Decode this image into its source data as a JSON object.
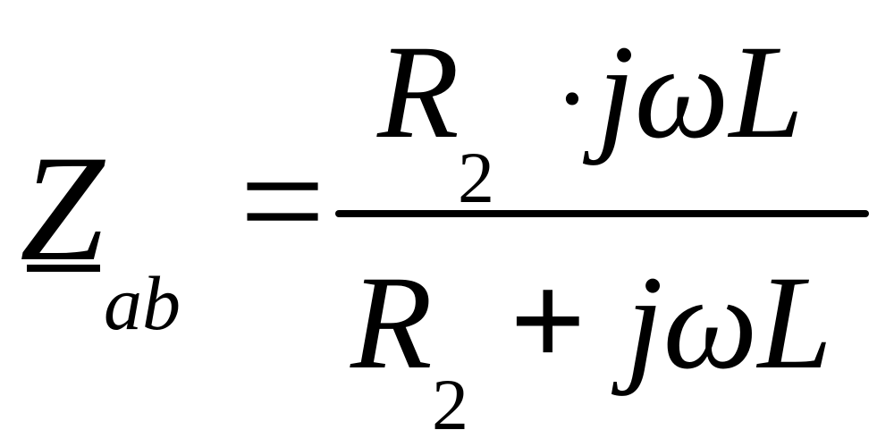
{
  "formula": {
    "lhs": {
      "symbol": "Z",
      "subscript": "ab"
    },
    "equals": "=",
    "numerator": {
      "symbol": "R",
      "subscript": "2",
      "operator": "·",
      "term": "jωL"
    },
    "denominator": {
      "symbol": "R",
      "subscript": "2",
      "operator": "+",
      "term": "jωL"
    }
  }
}
